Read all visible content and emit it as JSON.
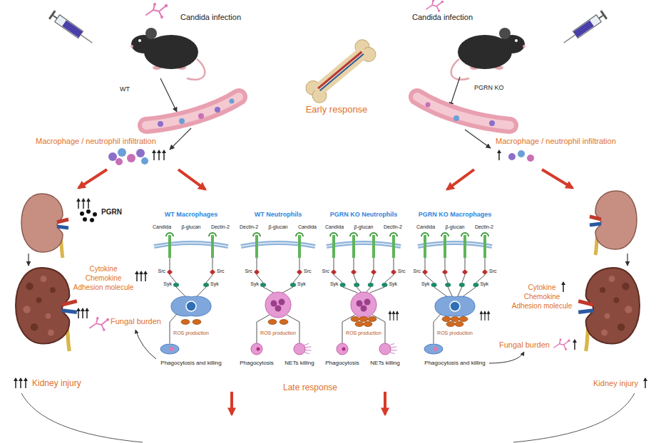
{
  "diagram": {
    "nodes": [
      {
        "text": [
          "WT Macrophages"
        ]
      },
      {
        "text": [
          "WT Neutrophils"
        ]
      },
      {
        "text": [
          "PGRN KO Neutrophils"
        ]
      },
      {
        "text": [
          "PGRN KO Macrophages"
        ]
      }
    ],
    "labels": [
      "Candida infection",
      "WT",
      "Candida infection",
      "PGRN KO",
      "Early response",
      "Macrophage / neutrophil infiltration",
      "Macrophage / neutrophil infiltration",
      "PGRN",
      "Cytokine",
      "Chemokine",
      "Adhesion molecule",
      "Fungal burden",
      "Kidney injury",
      "Candida",
      "β-glucan",
      "Dectin-2",
      "Src",
      "Src",
      "Syk",
      "Syk",
      "ROS production",
      "Candida",
      "β-glucan",
      "Dectin-2",
      "Src",
      "Src",
      "Syk",
      "Syk",
      "ROS production",
      "Candida",
      "β-glucan",
      "Dectin-2",
      "Src",
      "Src",
      "Syk",
      "Syk",
      "ROS production",
      "Candida",
      "β-glucan",
      "Dectin-2",
      "Src",
      "Src",
      "Syk",
      "Syk",
      "ROS production",
      "Phagocytosis and killing",
      "Phagocytosis",
      "NETs killing",
      "Phagocytosis",
      "NETs killing",
      "Phagocytosis and killing",
      "Cytokine",
      "Chemokine",
      "Adhesion molecule",
      "Fungal burden",
      "Kidney injury",
      "Late response"
    ]
  }
}
